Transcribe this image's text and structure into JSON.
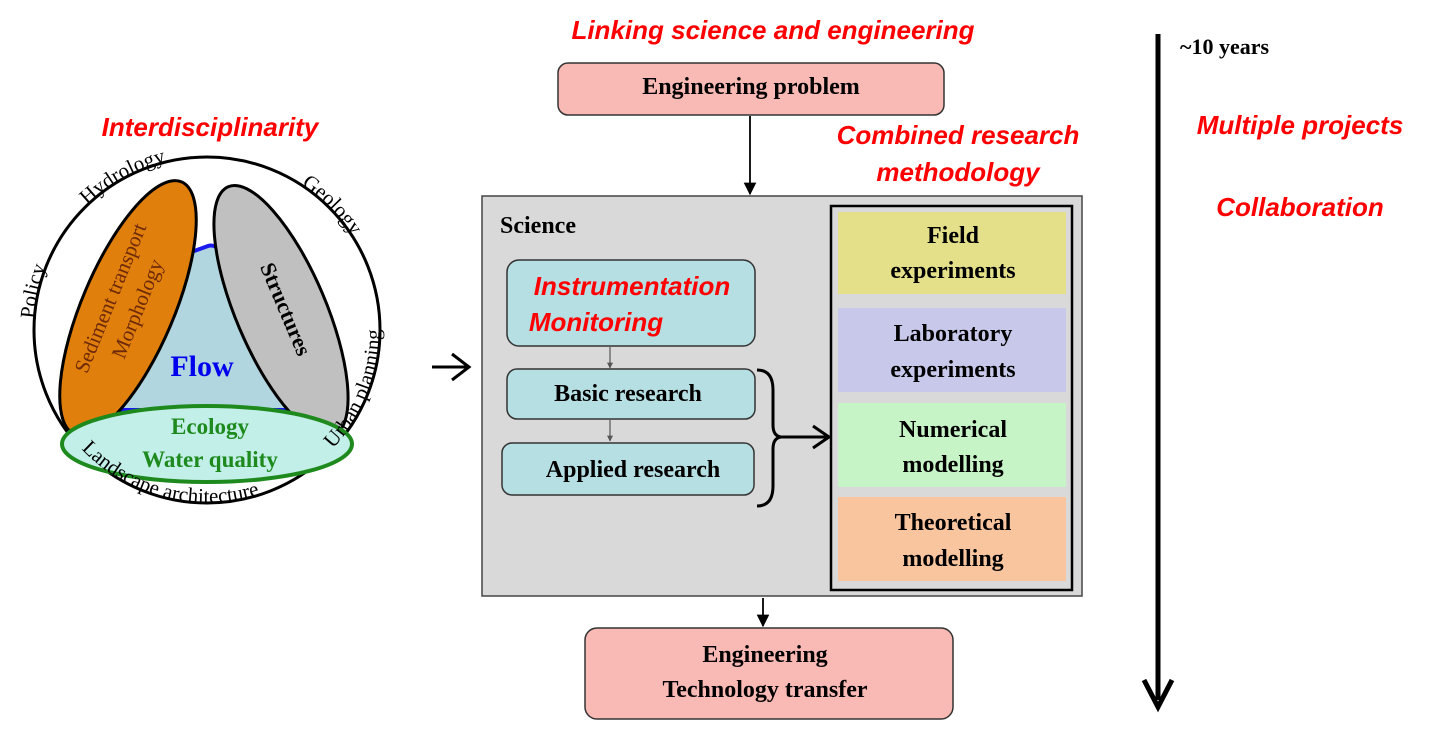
{
  "headings": {
    "interdisciplinarity": "Interdisciplinarity",
    "linking": "Linking science and engineering",
    "combined_line1": "Combined research",
    "combined_line2": "methodology",
    "years": "~10 years",
    "multiple_projects": "Multiple projects",
    "collaboration": "Collaboration"
  },
  "circle": {
    "disciplines": {
      "hydrology": "Hydrology",
      "geology": "Geology",
      "policy": "Policy",
      "urban_planning": "Urban planning",
      "landscape_architecture": "Landscape architecture"
    },
    "sediment_line1": "Sediment transport",
    "sediment_line2": "Morphology",
    "structures": "Structures",
    "flow": "Flow",
    "ecology_line1": "Ecology",
    "ecology_line2": "Water quality"
  },
  "flow": {
    "engineering_problem": "Engineering problem",
    "science": "Science",
    "instrumentation_line1": "Instrumentation",
    "instrumentation_line2": "Monitoring",
    "basic_research": "Basic research",
    "applied_research": "Applied research",
    "engineering_line1": "Engineering",
    "engineering_line2": "Technology transfer"
  },
  "methods": {
    "field_line1": "Field",
    "field_line2": "experiments",
    "lab_line1": "Laboratory",
    "lab_line2": "experiments",
    "numerical_line1": "Numerical",
    "numerical_line2": "modelling",
    "theoretical_line1": "Theoretical",
    "theoretical_line2": "modelling"
  },
  "colors": {
    "accent_red": "#ff0000",
    "pink_box": "#f9b9b4",
    "cyan_box": "#b6dfe3",
    "science_panel": "#d9d9d9",
    "field": "#e4e08a",
    "laboratory": "#c8c8ea",
    "numerical": "#c6f4c6",
    "theoretical": "#f9c59f",
    "sediment": "#e07f0b",
    "structures": "#c0c0c0",
    "flow_triangle": "#b2d6df",
    "ecology": "#c2efe8",
    "flow_text": "#0000ee",
    "ecology_text": "#1e8a1e"
  }
}
